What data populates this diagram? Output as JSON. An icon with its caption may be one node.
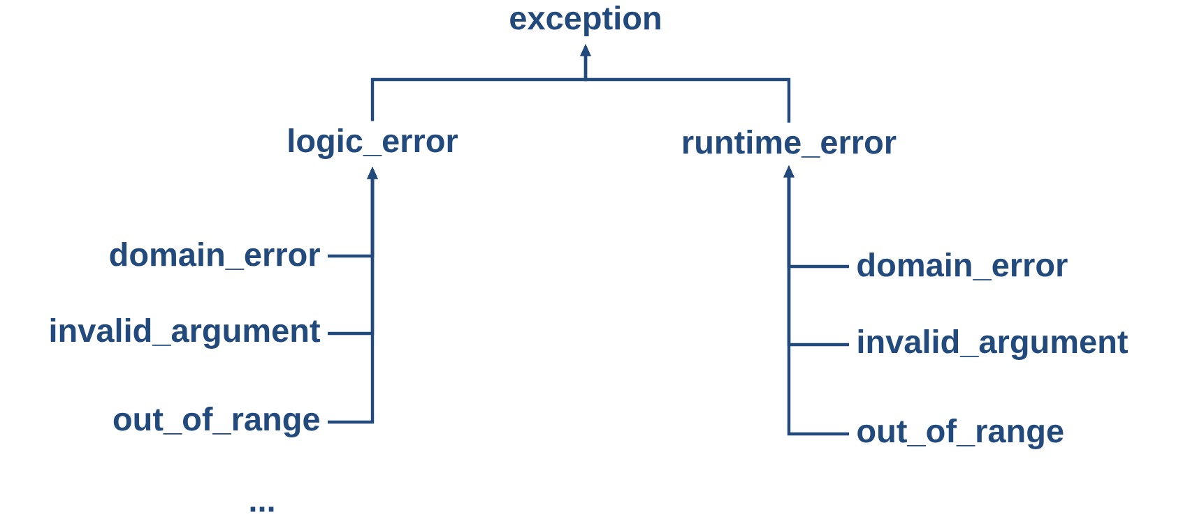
{
  "diagram": {
    "nodes": [
      {
        "text": [
          "exception"
        ]
      },
      {
        "text": [
          "logic_error"
        ]
      },
      {
        "text": [
          "runtime_error"
        ]
      },
      {
        "text": [
          "domain_error"
        ]
      },
      {
        "text": [
          "invalid_argument"
        ]
      },
      {
        "text": [
          "out_of_range"
        ]
      },
      {
        "text": [
          "domain_error"
        ]
      },
      {
        "text": [
          "invalid_argument"
        ]
      },
      {
        "text": [
          "out_of_range"
        ]
      }
    ],
    "edges": [
      {
        "from": 1,
        "to": 0,
        "arrow": "to"
      },
      {
        "from": 2,
        "to": 0,
        "arrow": "to"
      },
      {
        "from": 3,
        "to": 1,
        "arrow": "to"
      },
      {
        "from": 4,
        "to": 1,
        "arrow": "to"
      },
      {
        "from": 5,
        "to": 1,
        "arrow": "to"
      },
      {
        "from": 6,
        "to": 2,
        "arrow": "to"
      },
      {
        "from": 7,
        "to": 2,
        "arrow": "to"
      },
      {
        "from": 8,
        "to": 2,
        "arrow": "to"
      }
    ],
    "labels": [
      "..."
    ]
  }
}
